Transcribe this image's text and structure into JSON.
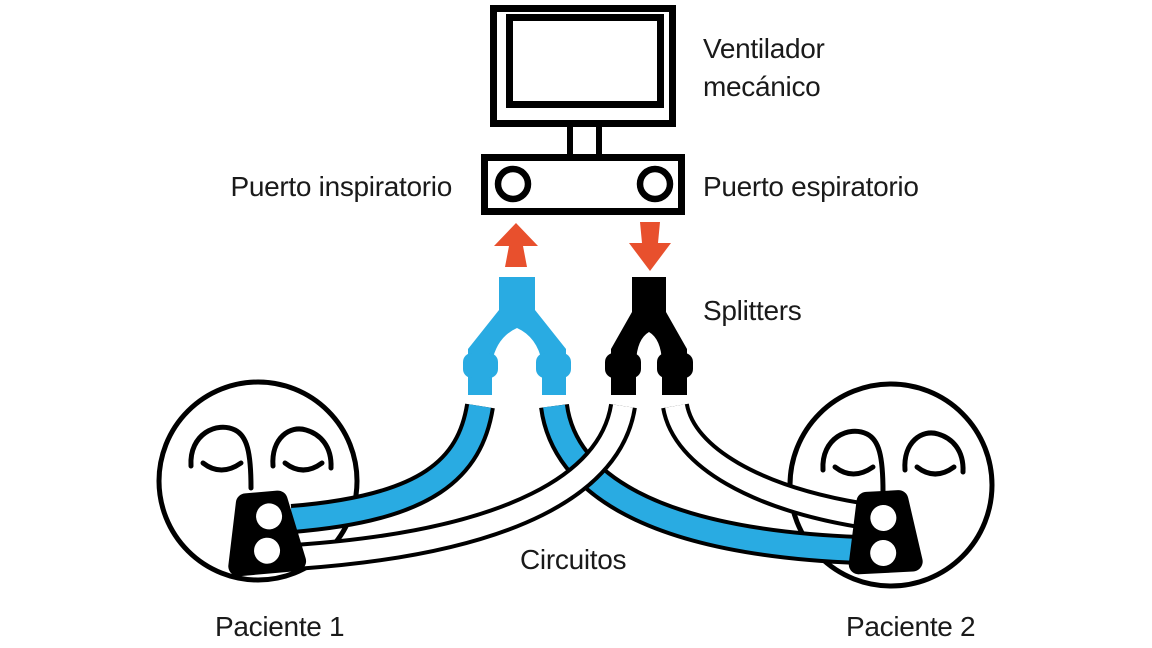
{
  "labels": {
    "ventilator_line1": "Ventilador",
    "ventilator_line2": "mecánico",
    "inspiratory_port": "Puerto inspiratorio",
    "expiratory_port": "Puerto espiratorio",
    "splitters": "Splitters",
    "circuits": "Circuitos",
    "patient_1": "Paciente 1",
    "patient_2": "Paciente 2"
  },
  "flow": {
    "inspiratory_arrow_direction": "up",
    "expiratory_arrow_direction": "down",
    "inspiratory_splitter_color": "#29ABE2",
    "expiratory_splitter_color": "#000000"
  },
  "colors": {
    "tube_blue": "#29ABE2",
    "arrow_red": "#E8502D",
    "ink": "#000000",
    "text": "#1A1A1A",
    "background": "#FFFFFF"
  }
}
